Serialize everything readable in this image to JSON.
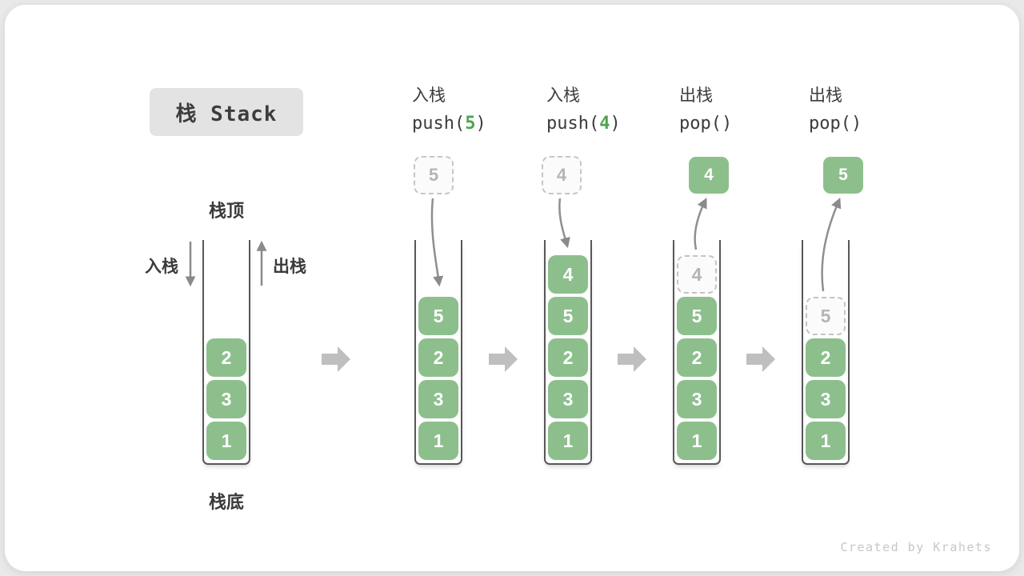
{
  "title": "栈 Stack",
  "watermark": "Created by Krahets",
  "labels": {
    "stack_top": "栈顶",
    "stack_bottom": "栈底",
    "push_in": "入栈",
    "pop_out": "出栈"
  },
  "colors": {
    "block_green": "#8dbf8d",
    "code_arg_green": "#4fa44f",
    "flow_arrow_gray": "#bfbfbf",
    "curve_arrow_gray": "#8a8a8a"
  },
  "columns": [
    {
      "name": "initial-stack",
      "blocks": [
        "2",
        "3",
        "1"
      ]
    },
    {
      "name": "push-5",
      "op": "入栈",
      "code_prefix": "push(",
      "code_arg": "5",
      "code_suffix": ")",
      "incoming": "5",
      "blocks": [
        "5",
        "2",
        "3",
        "1"
      ]
    },
    {
      "name": "push-4",
      "op": "入栈",
      "code_prefix": "push(",
      "code_arg": "4",
      "code_suffix": ")",
      "incoming": "4",
      "blocks": [
        "4",
        "5",
        "2",
        "3",
        "1"
      ]
    },
    {
      "name": "pop-4",
      "op": "出栈",
      "code": "pop()",
      "popped": "4",
      "ghost": "4",
      "blocks": [
        "5",
        "2",
        "3",
        "1"
      ]
    },
    {
      "name": "pop-5",
      "op": "出栈",
      "code": "pop()",
      "popped": "5",
      "ghost": "5",
      "blocks": [
        "2",
        "3",
        "1"
      ]
    }
  ]
}
